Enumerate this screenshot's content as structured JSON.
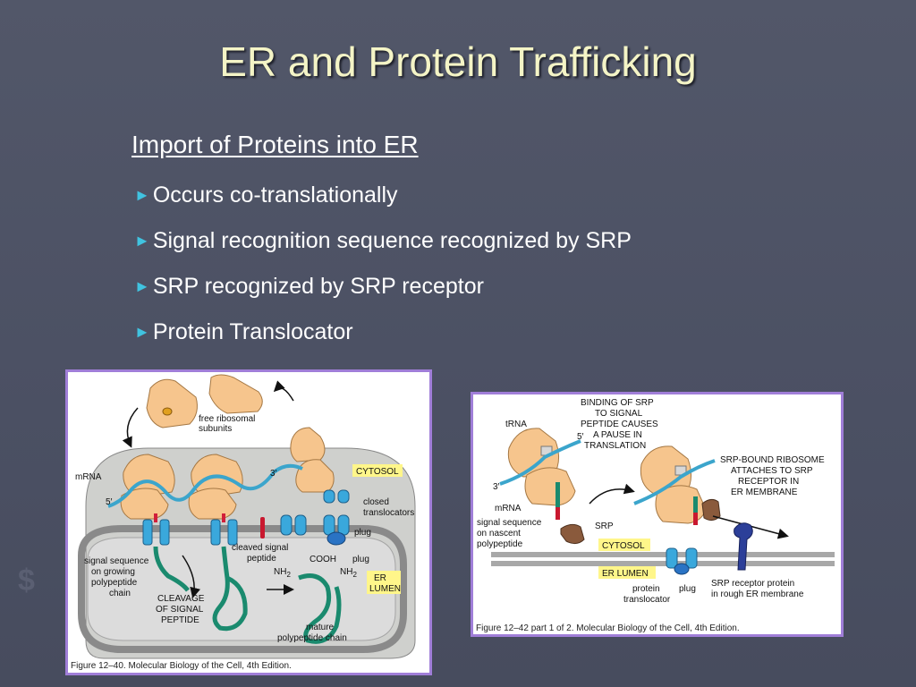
{
  "slide": {
    "title": "ER and Protein Trafficking",
    "subheading": "Import of Proteins into ER",
    "bullet_glyph": "►",
    "bullets": [
      "Occurs co-translationally",
      "Signal recognition sequence recognized by SRP",
      "SRP recognized by SRP receptor",
      "Protein Translocator"
    ]
  },
  "figure1": {
    "caption": "Figure 12–40. Molecular Biology of the Cell, 4th Edition.",
    "labels": {
      "free_ribosomal_1": "free ribosomal",
      "free_ribosomal_2": "subunits",
      "mrna": "mRNA",
      "five_prime": "5′",
      "three_prime": "3′",
      "cytosol": "CYTOSOL",
      "closed_1": "closed",
      "closed_2": "translocators",
      "cleaved_1": "cleaved signal",
      "cleaved_2": "peptide",
      "plug": "plug",
      "cooh": "COOH",
      "nh2_a": "NH",
      "nh2_b": "NH",
      "sub2": "2",
      "er_lumen_1": "ER",
      "er_lumen_2": "LUMEN",
      "signal_1": "signal sequence",
      "signal_2": "on growing",
      "signal_3": "polypeptide",
      "signal_4": "chain",
      "cleavage_1": "CLEAVAGE",
      "cleavage_2": "OF SIGNAL",
      "cleavage_3": "PEPTIDE",
      "mature_1": "mature",
      "mature_2": "polypeptide chain"
    }
  },
  "figure2": {
    "caption": "Figure 12–42 part 1 of 2. Molecular Biology of the Cell, 4th Edition.",
    "labels": {
      "trna": "tRNA",
      "five_prime": "5′",
      "three_prime": "3′",
      "mrna": "mRNA",
      "binding_1": "BINDING OF SRP",
      "binding_2": "TO SIGNAL",
      "binding_3": "PEPTIDE CAUSES",
      "binding_4": "A PAUSE IN",
      "binding_5": "TRANSLATION",
      "srp_bound_1": "SRP-BOUND RIBOSOME",
      "srp_bound_2": "ATTACHES TO SRP",
      "srp_bound_3": "RECEPTOR IN",
      "srp_bound_4": "ER MEMBRANE",
      "signal_1": "signal sequence",
      "signal_2": "on nascent",
      "signal_3": "polypeptide",
      "srp": "SRP",
      "cytosol": "CYTOSOL",
      "er_lumen": "ER LUMEN",
      "protein_1": "protein",
      "protein_2": "translocator",
      "plug": "plug",
      "receptor_1": "SRP receptor protein",
      "receptor_2": "in rough ER membrane"
    }
  },
  "colors": {
    "title": "#f4f4c6",
    "arrow": "#40c3e0",
    "figure_border": "#a07ed8",
    "ribosome": "#f6c58d",
    "mrna": "#3ba5cc",
    "polypeptide": "#1a8a6e",
    "translocator": "#3aa8dc",
    "srp": "#8a5a3c",
    "srp_receptor": "#2c3f99",
    "label_box": "#fff68a"
  }
}
